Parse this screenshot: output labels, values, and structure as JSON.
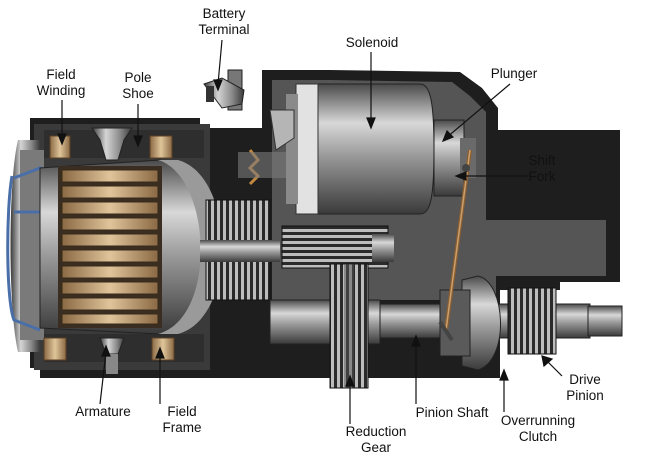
{
  "labels": {
    "battery_terminal": [
      "Battery",
      "Terminal"
    ],
    "solenoid": [
      "Solenoid"
    ],
    "plunger": [
      "Plunger"
    ],
    "field_winding": [
      "Field",
      "Winding"
    ],
    "pole_shoe": [
      "Pole",
      "Shoe"
    ],
    "shift_fork": [
      "Shift",
      "Fork"
    ],
    "armature": [
      "Armature"
    ],
    "field_frame": [
      "Field",
      "Frame"
    ],
    "reduction_gear": [
      "Reduction",
      "Gear"
    ],
    "pinion_shaft": [
      "Pinion Shaft"
    ],
    "overrunning_clutch": [
      "Overrunning",
      "Clutch"
    ],
    "drive_pinion": [
      "Drive",
      "Pinion"
    ]
  },
  "colors": {
    "housing_dark": "#1e1e1e",
    "metal_mid": "#6e6e6e",
    "metal_light": "#cfcfcf",
    "copper": "#c9a77a",
    "wire_blue": "#4a6fa8",
    "leader_line": "#111111"
  }
}
